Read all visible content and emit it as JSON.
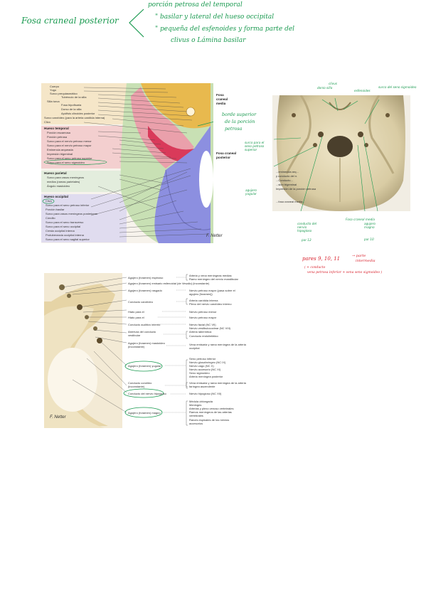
{
  "notes": {
    "title": "Fosa craneal posterior",
    "lines": [
      "porción petrosa del temporal",
      "\" basilar y lateral del hueso occipital",
      "\" pequeña del esfenoides y forma parte del",
      "clivus o Lámina basilar"
    ],
    "fig1_note": [
      "borde superior",
      "de la porción",
      "petrosa"
    ],
    "page_note": [
      "pares 9, 10, 11",
      "→ parte",
      "intermedia",
      "( + conducto",
      "vena petrosa inferior + vena seno sigmoideo )"
    ]
  },
  "figure1": {
    "sections": [
      {
        "heading": "",
        "items": [
          "Cuerpo",
          "Yugo",
          "Surco prequiasmático",
          "Tubérculo de la silla",
          "Silla turca",
          "Fosa hipofisaria",
          "Dorso de la silla",
          "Apófisis clinoides posterior",
          "Surco carotídeo (para la arteria carótida interna)",
          "Clivo"
        ]
      },
      {
        "heading": "Hueso temporal",
        "items": [
          "Porción escamosa",
          "Porción petrosa",
          "Surco para el nervio petroso menor",
          "Surco para el nervio petroso mayor",
          "Eminencia arqueada",
          "Impresión trigeminal",
          "Surco para el seno petroso superior",
          "Surco para el seno sigmoideo"
        ]
      },
      {
        "heading": "Hueso parietal",
        "items": [
          "Surco para vasos meníngeos",
          "medios (ramas parietales)",
          "Ángulo mastoideo"
        ]
      },
      {
        "heading": "Hueso occipital",
        "items": [
          "Clivo",
          "Surco para el seno petroso inferior",
          "Porción basilar",
          "Surco para vasos meníngeos posteriores",
          "Cóndilo",
          "Surco para el seno transverso",
          "Surco para el seno occipital",
          "Cresta occipital interna",
          "Protuberancia occipital interna",
          "Surco para el seno sagital superior"
        ]
      }
    ],
    "region_labels": [
      "Fosa craneal media",
      "Fosa craneal posterior"
    ]
  },
  "photo": {
    "annotations": [
      "dorso silla",
      "clivus",
      "esfenoides",
      "surco del seno sigmoideo",
      "surco para el seno petroso superior",
      "agujero yugular",
      "conducto del nervio hipogloso",
      "agujero magno",
      "Fosa craneal media"
    ],
    "print_text": [
      "...eminencia arq...",
      "y conducto del n.",
      "...Conducto...",
      "...sión trigeminal",
      "Impresión de la porción petrusa",
      "...fosa craneal media..."
    ],
    "small_notes": [
      "par 12",
      "par 10"
    ]
  },
  "figure2": {
    "rows": [
      {
        "label": "Agujero (foramen) espinoso",
        "structures": [
          "Arteria y vena meníngeas medias",
          "Ramo meníngeo del nervio mandibular"
        ]
      },
      {
        "label": "Agujero (foramen) emisario esfenoidal (de Vesalio) (inconstante)",
        "structures": []
      },
      {
        "label": "Agujero (foramen) rasgado",
        "structures": [
          "Nervio petroso mayor (pasa sobre el agujero [foramen])"
        ]
      },
      {
        "label": "Conducto carotídeo",
        "structures": [
          "Arteria carótida interna",
          "Plexo del nervio carotídeo interno"
        ]
      },
      {
        "label": "Hiato para el",
        "structures": [
          "Nervio petroso menor"
        ]
      },
      {
        "label": "Hiato para el",
        "structures": [
          "Nervio petroso mayor"
        ]
      },
      {
        "label": "Conducto auditivo interno",
        "structures": [
          "Nervio facial (NC VII)",
          "Nervio vestibulococlear (NC VIII)",
          "Arteria laberíntica"
        ]
      },
      {
        "label": "Abertura del conducto vestibular",
        "structures": [
          "Conducto endolinfático"
        ]
      },
      {
        "label": "Agujero (foramen) mastoideo (inconstante)",
        "structures": [
          "Vena emisaria y rama meníngea de la arteria occipital"
        ]
      },
      {
        "label": "Agujero (foramen) yugular",
        "structures": [
          "Seno petroso inferior",
          "Nervio glosofaríngeo (NC IX)",
          "Nervio vago (NC X)",
          "Nervio accesorio (NC XI)",
          "Seno sigmoideo",
          "Arteria meníngea posterior"
        ]
      },
      {
        "label": "Conducto condíleo (inconstante)",
        "structures": [
          "Vena emisaria y rama meníngea de la arteria faríngea ascendente"
        ]
      },
      {
        "label": "Conducto del nervio hipogloso",
        "structures": [
          "Nervio hipogloso (NC XII)"
        ]
      },
      {
        "label": "Agujero (foramen) magno",
        "structures": [
          "Médula oblongada",
          "Meninges",
          "Arterias y plexo venoso vertebrales",
          "Ramos meníngeos de las arterias vertebrales",
          "Raíces espinales de los nervios accesorios"
        ]
      }
    ]
  },
  "signature": "F. Netter"
}
